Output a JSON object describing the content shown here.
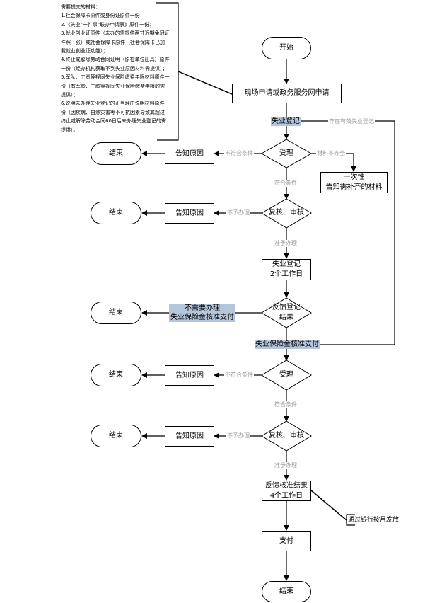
{
  "note": {
    "lines": [
      "需要提交的材料：",
      "1.社会保障卡原件或身份证原件一份；",
      "2.《失业\"一件事\"联办申请表》原件一份；",
      "3.就业创业证原件（未办的需提供两寸近期免冠证",
      "件照一张）或社会保障卡原件（社会保障卡已加",
      "载就业创业证功能）；",
      "4.终止或解除劳动合同证明（原在单位出具）原件",
      "一份（经办机构获取不到失业原因材料需提供）；",
      "5.军队、工资等视同失业保险缴费年限材料原件一",
      "份（有军龄、工龄等视同失业保险缴费年限的需",
      "提供）；",
      "6.说明未办理失业登记的正当理由说明材料原件一",
      "份（因疾病、自然灾害等不可抗因素导致其超过",
      "终止或解除劳动合同60日后未办理失业登记的需",
      "提供）。"
    ]
  },
  "nodes": {
    "start": "开始",
    "apply": "现场申请或政务服务网申请",
    "accept1": "受理",
    "notify_once": [
      "一次性",
      "告知需补齐的材料"
    ],
    "review1": "复核、审核",
    "register": [
      "失业登记",
      "2个工作日"
    ],
    "feedback_register": [
      "反馈登记",
      "结果"
    ],
    "accept2": "受理",
    "review2": "复核、审核",
    "feedback_approve": [
      "反馈核准结果",
      "4个工作日"
    ],
    "pay": "支付",
    "end_final": "结束",
    "end_label": "结束",
    "notify_reason": "告知原因"
  },
  "labels": {
    "unemp_register": "失业登记",
    "has_valid_register": "存在有效失业登记",
    "not_meet": "不符合条件",
    "materials_incomplete": "材料不齐全",
    "meet": "符合条件",
    "not_handle": "不予办理",
    "approve_handle": "准予办理",
    "no_need": [
      "不需要办理",
      "失业保险金核准支付"
    ],
    "insurance_pay": "失业保险金核准支付",
    "bank_monthly": "通过银行按月发放"
  }
}
